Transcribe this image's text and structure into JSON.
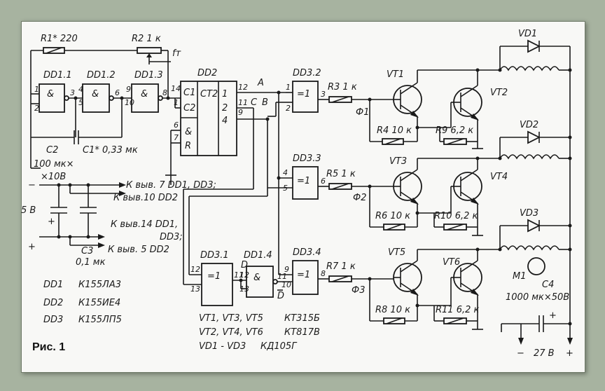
{
  "figure": {
    "caption": "Рис. 1"
  },
  "components": {
    "r1": "R1* 220",
    "r2": "R2 1 к",
    "ft": "fт",
    "r3": "R3 1 к",
    "r4": "R4 10 к",
    "r5": "R5 1 к",
    "r6": "R6 10 к",
    "r7": "R7 1 к",
    "r8": "R8 10 к",
    "r9": "R9 6,2 к",
    "r10": "R10 6,2 к",
    "r11": "R11 6,2 к",
    "c1": "C1* 0,33 мк",
    "c2a": "C2",
    "c2b": "100 мк×",
    "c2c": "×10В",
    "c3a": "C3",
    "c3b": "0,1 мк",
    "c4a": "C4",
    "c4b": "1000 мк×50В",
    "v5": "5 В",
    "v27": "27 В",
    "vd1": "VD1",
    "vd2": "VD2",
    "vd3": "VD3",
    "vt1": "VT1",
    "vt2": "VT2",
    "vt3": "VT3",
    "vt4": "VT4",
    "vt5": "VT5",
    "vt6": "VT6",
    "m1": "M1",
    "phi1": "Ф1",
    "phi2": "Ф2",
    "phi3": "Ф3",
    "node_a": "A",
    "node_c": "C",
    "node_b": "B",
    "node_d": "D",
    "node_dbar": "D"
  },
  "chips": {
    "dd11": "DD1.1",
    "dd12": "DD1.2",
    "dd13": "DD1.3",
    "dd2": "DD2",
    "dd31": "DD3.1",
    "dd32": "DD3.2",
    "dd33": "DD3.3",
    "dd34": "DD3.4",
    "dd14": "DD1.4",
    "and_sym": "&",
    "xor_sym": "=1",
    "ct2": "CT2",
    "c1pin": "C1",
    "c2pin": "C2",
    "r_pin": "R",
    "out1": "1",
    "out2": "2",
    "out4": "4"
  },
  "notes": {
    "pin7": "К выв. 7 DD1, DD3;",
    "pin10": "К выв.10 DD2",
    "pin14a": "К выв.14 DD1,",
    "pin14b": "DD3;",
    "pin5": "К выв. 5 DD2"
  },
  "parts_list": {
    "dd1_name": "DD1",
    "dd1_type": "К155ЛА3",
    "dd2_name": "DD2",
    "dd2_type": "К155ИЕ4",
    "dd3_name": "DD3",
    "dd3_type": "К155ЛП5",
    "vt_a": "VT1, VT3, VT5",
    "vt_a_type": "КТ315Б",
    "vt_b": "VT2, VT4, VT6",
    "vt_b_type": "КТ817В",
    "vd": "VD1 - VD3",
    "vd_type": "КД105Г"
  },
  "pins": {
    "p1": "1",
    "p2": "2",
    "p3": "3",
    "p4": "4",
    "p5": "5",
    "p6": "6",
    "p7": "7",
    "p8": "8",
    "p9": "9",
    "p10": "10",
    "p11": "11",
    "p12": "12",
    "p13": "13",
    "p14": "14"
  },
  "signs": {
    "minus": "−",
    "plus": "+"
  }
}
